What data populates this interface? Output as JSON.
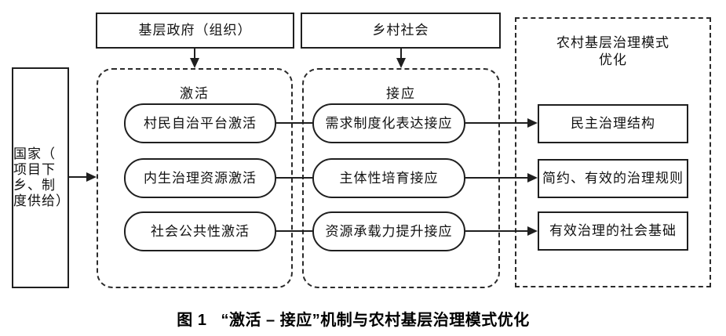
{
  "colors": {
    "line": "#1f1f1f",
    "text": "#111111",
    "background": "#ffffff"
  },
  "diagram": {
    "state_box": {
      "label": "国家（项目下乡、制度供给）",
      "lines": [
        "国家（",
        "项目下",
        "乡、制",
        "度供给）"
      ]
    },
    "gov_box": {
      "label": "基层政府（组织）"
    },
    "village_box": {
      "label": "乡村社会"
    },
    "activation": {
      "title": "激活",
      "items": [
        "村民自治平台激活",
        "内生治理资源激活",
        "社会公共性激活"
      ]
    },
    "reception": {
      "title": "接应",
      "items": [
        "需求制度化表达接应",
        "主体性培育接应",
        "资源承载力提升接应"
      ]
    },
    "optimization": {
      "title_lines": [
        "农村基层治理模式",
        "优化"
      ],
      "items": [
        "民主治理结构",
        "简约、有效的治理规则",
        "有效治理的社会基础"
      ]
    }
  },
  "caption": {
    "prefix": "图 1",
    "text": "“激活 – 接应”机制与农村基层治理模式优化"
  }
}
